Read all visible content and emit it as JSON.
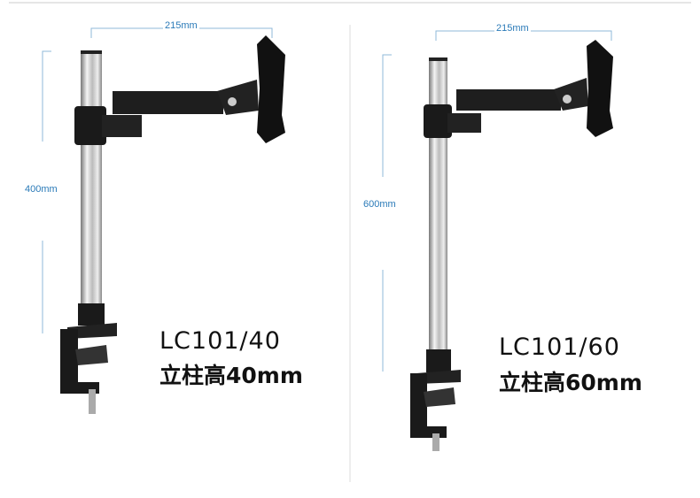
{
  "products": [
    {
      "model": "LC101/40",
      "pole_height_label": "立柱高40mm",
      "arm_width": "215mm",
      "height_dim": "400mm"
    },
    {
      "model": "LC101/60",
      "pole_height_label": "立柱高60mm",
      "arm_width": "215mm",
      "height_dim": "600mm"
    }
  ],
  "colors": {
    "dimension": "#2a7ab8",
    "metal": "#1a1a1a",
    "text": "#111111"
  }
}
